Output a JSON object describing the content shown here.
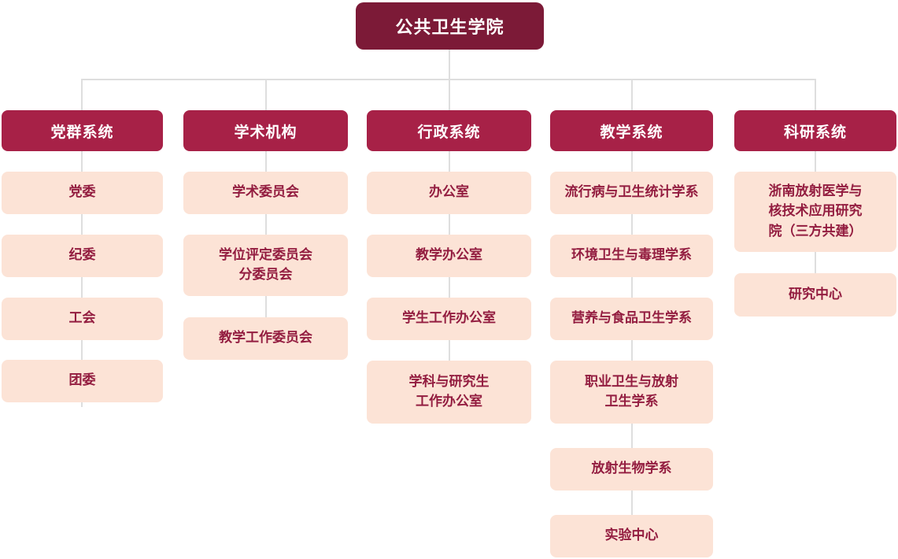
{
  "title": "公共卫生学院",
  "columns": [
    {
      "header": "党群系统",
      "children": [
        {
          "label": "党委"
        },
        {
          "label": "纪委"
        },
        {
          "label": "工会"
        },
        {
          "label": "团委"
        }
      ]
    },
    {
      "header": "学术机构",
      "children": [
        {
          "label": "学术委员会"
        },
        {
          "label": "学位评定委员会\n分委员会"
        },
        {
          "label": "教学工作委员会"
        }
      ]
    },
    {
      "header": "行政系统",
      "children": [
        {
          "label": "办公室"
        },
        {
          "label": "教学办公室"
        },
        {
          "label": "学生工作办公室"
        },
        {
          "label": "学科与研究生\n工作办公室"
        }
      ]
    },
    {
      "header": "教学系统",
      "children": [
        {
          "label": "流行病与卫生统计学系"
        },
        {
          "label": "环境卫生与毒理学系"
        },
        {
          "label": "营养与食品卫生学系"
        },
        {
          "label": "职业卫生与放射\n卫生学系"
        },
        {
          "label": "放射生物学系"
        },
        {
          "label": "实验中心"
        }
      ]
    },
    {
      "header": "科研系统",
      "children": [
        {
          "label": "浙南放射医学与\n核技术应用研究\n院（三方共建）"
        },
        {
          "label": "研究中心"
        }
      ]
    }
  ],
  "colors": {
    "root_bg": "#7C1A37",
    "header_bg": "#A72147",
    "child_bg": "#FCE3D6",
    "child_text": "#931D40",
    "connector": "#DEDEDE"
  }
}
